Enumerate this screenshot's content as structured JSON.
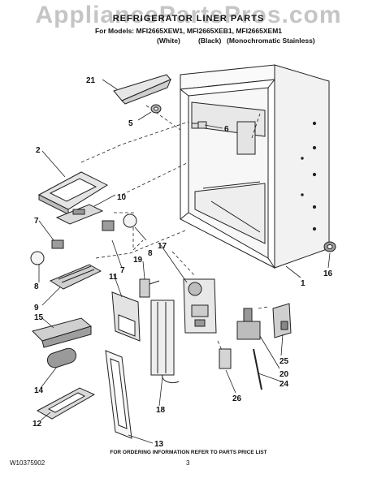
{
  "watermark": "AppliancePartsPros.com",
  "header": {
    "title": "REFRIGERATOR LINER PARTS",
    "models": "For Models: MFI2665XEW1, MFI2665XEB1, MFI2665XEM1",
    "variants": [
      "(White)",
      "(Black)",
      "(Monochromatic Stainless)"
    ]
  },
  "callouts": [
    "21",
    "5",
    "6",
    "2",
    "10",
    "7",
    "8",
    "17",
    "19",
    "7",
    "8",
    "9",
    "11",
    "1",
    "16",
    "15",
    "25",
    "20",
    "24",
    "14",
    "26",
    "18",
    "12",
    "13"
  ],
  "footer": {
    "ordering_note": "FOR ORDERING INFORMATION REFER TO PARTS PRICE LIST",
    "doc_number": "W10375902",
    "page_number": "3"
  }
}
